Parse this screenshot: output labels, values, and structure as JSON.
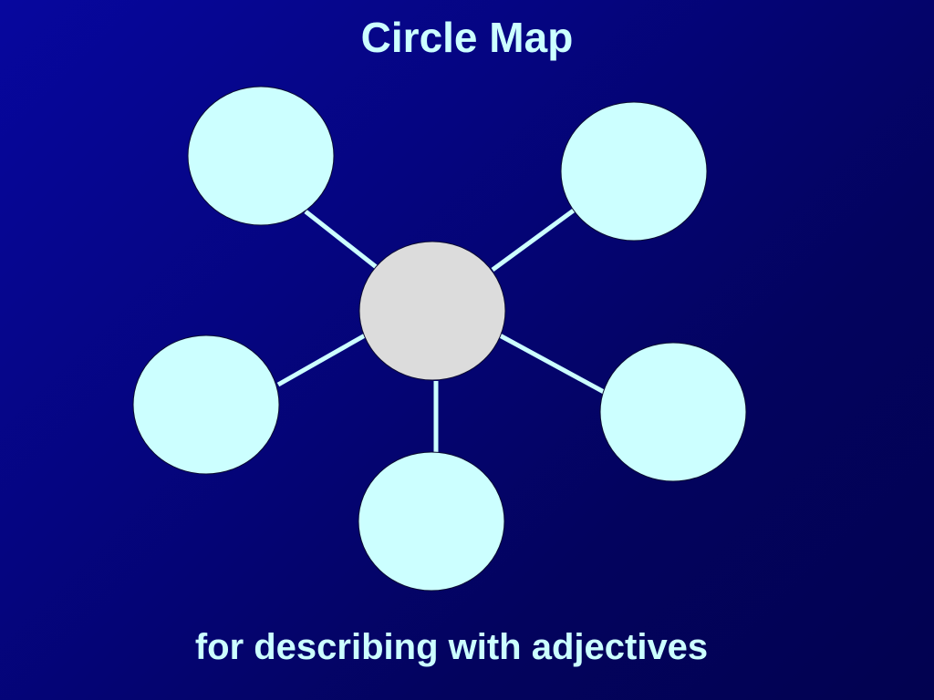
{
  "slide": {
    "title": "Circle Map",
    "subtitle": "for describing with adjectives"
  },
  "colors": {
    "background": "#05057f",
    "text": "#ccffff",
    "outer_circle_fill": "#ccffff",
    "center_circle_fill": "#dcdcdc",
    "connector": "#ccffff"
  },
  "diagram": {
    "center": {
      "label": ""
    },
    "outer_nodes": [
      {
        "id": "top-left",
        "label": ""
      },
      {
        "id": "top-right",
        "label": ""
      },
      {
        "id": "left",
        "label": ""
      },
      {
        "id": "right",
        "label": ""
      },
      {
        "id": "bottom",
        "label": ""
      }
    ]
  }
}
